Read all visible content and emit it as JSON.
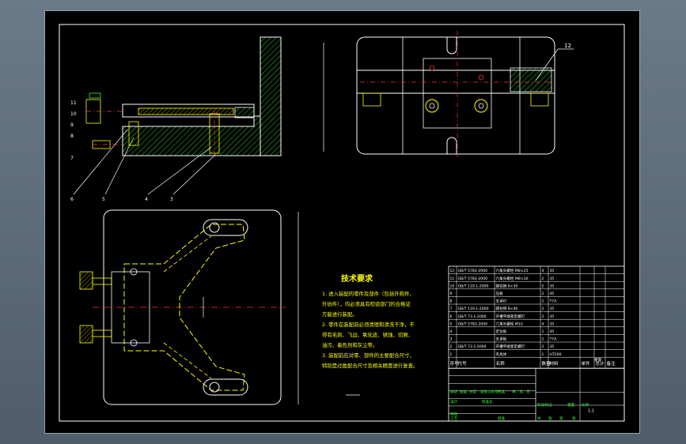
{
  "colors": {
    "background": "#000000",
    "outline": "#ffffff",
    "yellow": "#ffff00",
    "red": "#ff3333",
    "green": "#33ff33",
    "cyan": "#00ffff",
    "magenta": "#ff33ff"
  },
  "drawing": {
    "title": "技术要求",
    "requirements": [
      "1. 进入装配的零件及部件（包括外购件、",
      "外协件），均必须具有检验部门的合格证",
      "方能进行装配。",
      "2. 零件在装配前必须清理和清洗干净，不",
      "得有毛刺、飞边、氧化皮、锈蚀、切屑、",
      "油污、着色剂和灰尘等。",
      "3. 装配前应对零、部件的主要配合尺寸，",
      "特别是过盈配合尺寸及相关精度进行复查。"
    ],
    "balloon_top": "12",
    "side_balloons": [
      "11",
      "10",
      "9",
      "8",
      "7"
    ],
    "bottom_balloons": [
      "6",
      "5",
      "4",
      "3"
    ],
    "bom_rows": [
      {
        "no": "12",
        "code": "GB/T 5783-2000",
        "name": "六角头螺栓 M8×25",
        "qty": "4",
        "material": "35",
        "note": ""
      },
      {
        "no": "11",
        "code": "GB/T 5783-2000",
        "name": "六角头螺栓 M8×30",
        "qty": "2",
        "material": "35",
        "note": ""
      },
      {
        "no": "10",
        "code": "GB/T 119.1-2000",
        "name": "圆柱销 6×30",
        "qty": "2",
        "material": "35",
        "note": ""
      },
      {
        "no": "9",
        "code": "",
        "name": "压板",
        "qty": "2",
        "material": "45",
        "note": ""
      },
      {
        "no": "8",
        "code": "",
        "name": "支承钉",
        "qty": "2",
        "material": "T7A",
        "note": ""
      },
      {
        "no": "7",
        "code": "GB/T 119.1-2000",
        "name": "圆柱销 8×40",
        "qty": "2",
        "material": "35",
        "note": ""
      },
      {
        "no": "6",
        "code": "GB/T 73.1-2000",
        "name": "开槽平端紧定螺钉",
        "qty": "2",
        "material": "35",
        "note": ""
      },
      {
        "no": "5",
        "code": "GB/T 5783-2000",
        "name": "六角头螺栓 M10",
        "qty": "4",
        "material": "35",
        "note": ""
      },
      {
        "no": "4",
        "code": "",
        "name": "定位板",
        "qty": "1",
        "material": "45",
        "note": ""
      },
      {
        "no": "3",
        "code": "",
        "name": "支承板",
        "qty": "2",
        "material": "T7A",
        "note": ""
      },
      {
        "no": "2",
        "code": "GB/T 73.1-2000",
        "name": "开槽平端紧定螺钉",
        "qty": "2",
        "material": "35",
        "note": ""
      },
      {
        "no": "1",
        "code": "",
        "name": "夹具体",
        "qty": "1",
        "material": "HT200",
        "note": ""
      }
    ],
    "bom_header": {
      "no": "序号",
      "code": "代号",
      "name": "名称",
      "qty": "数量",
      "material": "材料",
      "unit_weight": "单件",
      "total_weight": "总计",
      "weight": "重量",
      "note": "备注"
    },
    "title_block": {
      "labels": [
        "标记",
        "处数",
        "分区",
        "更改文件号",
        "签名",
        "年、月、日",
        "设计",
        "标准化",
        "审核",
        "工艺",
        "批准",
        "阶段标记",
        "重量",
        "比例",
        "共",
        "张",
        "第",
        "张"
      ],
      "scale": "1:1"
    }
  }
}
